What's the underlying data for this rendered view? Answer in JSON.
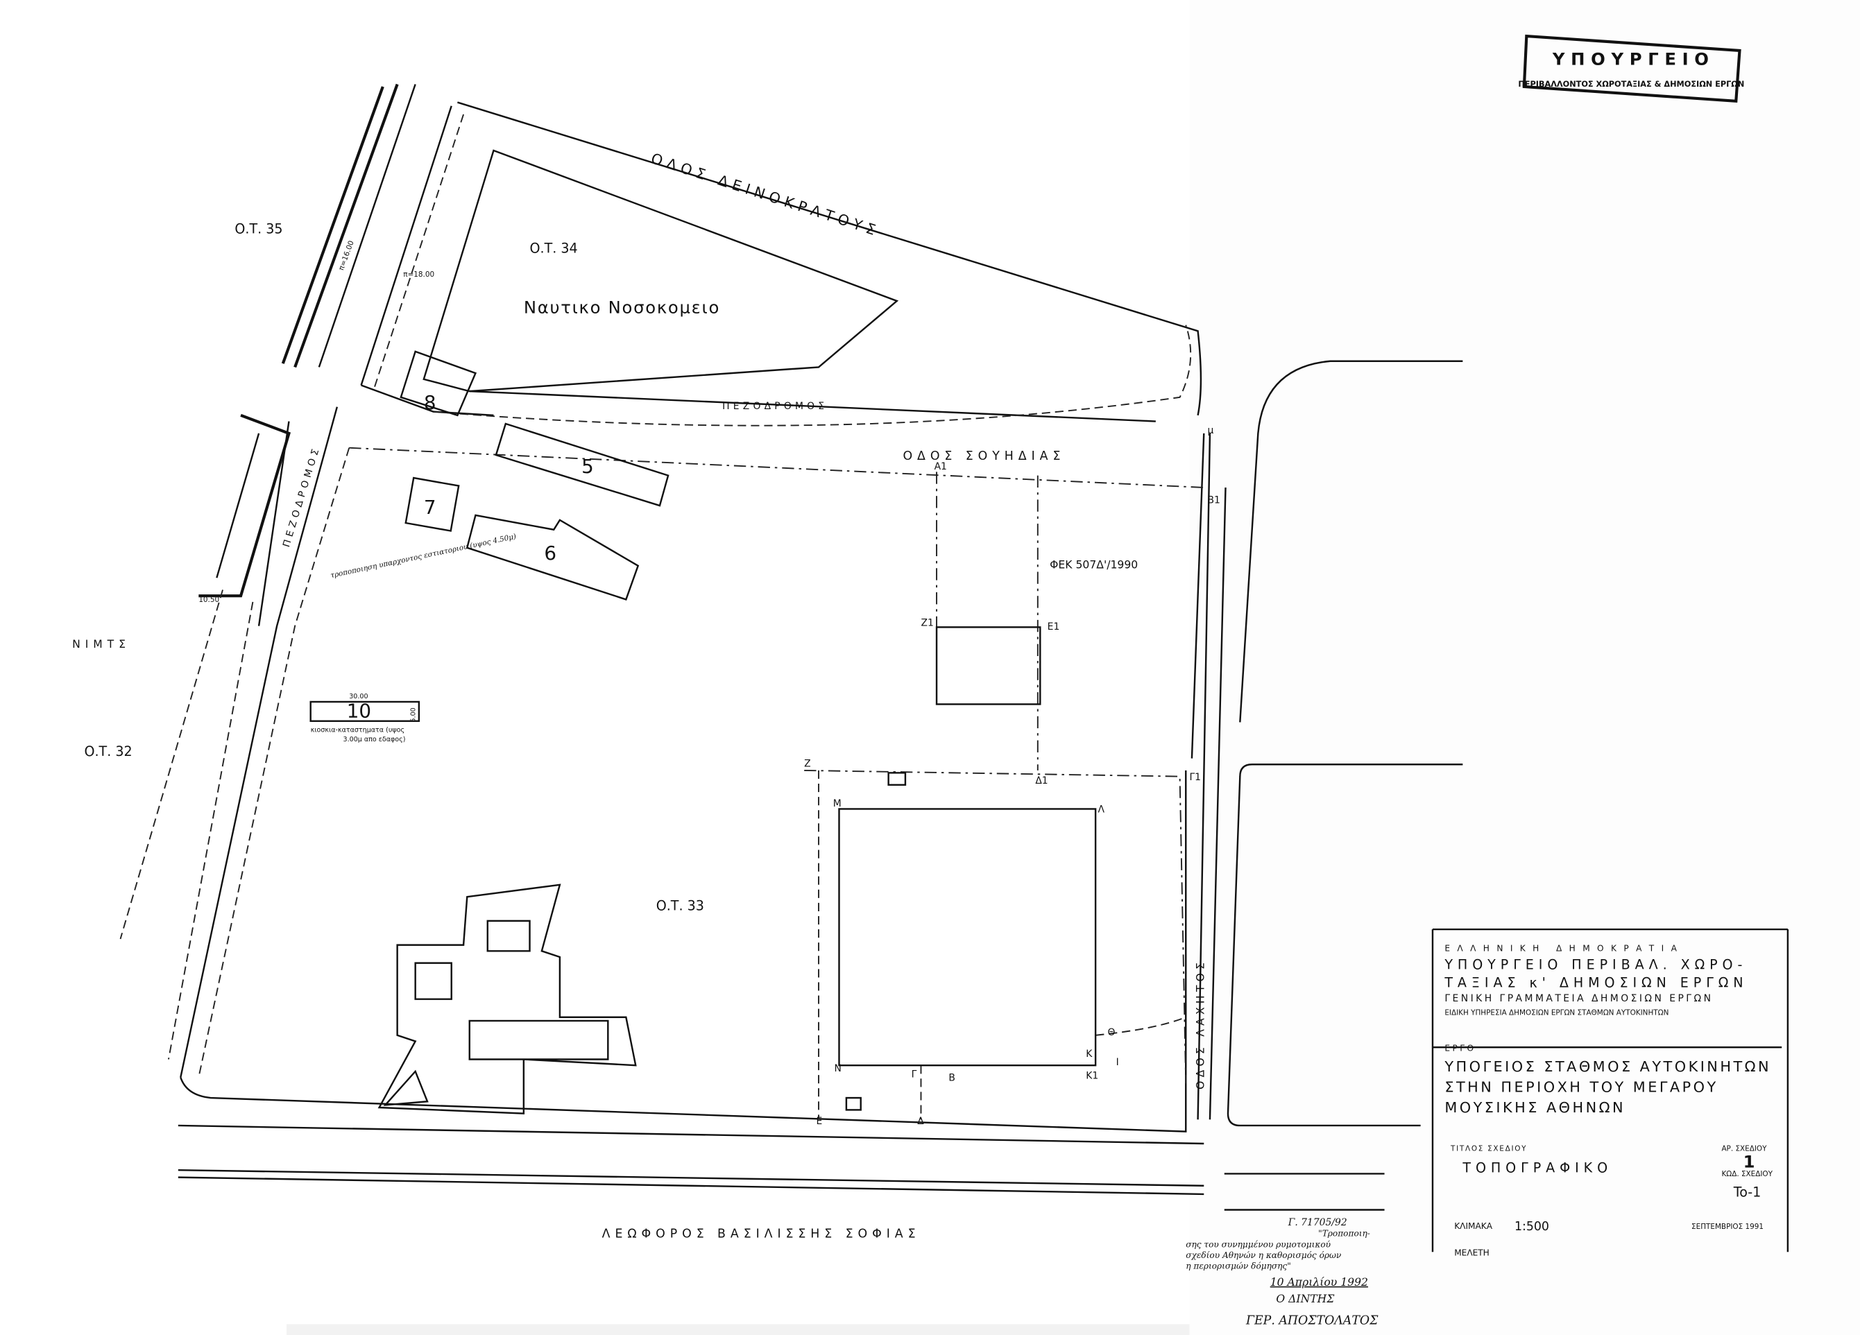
{
  "stamp": {
    "title": "ΥΠΟΥΡΓΕΙΟ",
    "subtitle": "ΠΕΡΙΒΑΛΛΟΝΤΟΣ ΧΩΡΟΤΑΞΙΑΣ & ΔΗΜΟΣΙΩΝ ΕΡΓΩΝ"
  },
  "map_labels": {
    "ot35": "Ο.Τ. 35",
    "ot34": "Ο.Τ. 34",
    "ot33": "Ο.Τ. 33",
    "ot32": "Ο.Τ. 32",
    "hospital": "Ναυτικο Νοσοκομειο",
    "street_deinokratous": "ΟΔΟΣ ΔΕΙΝΟΚΡΑΤΟΥΣ",
    "street_souidias": "ΟΔΟΣ ΣΟΥΗΔΙΑΣ",
    "street_lachitos": "ΟΔΟΣ ΛΑΧΗΤΟΣ",
    "avenue": "ΛΕΩΦΟΡΟΣ ΒΑΣΙΛΙΣΣΗΣ ΣΟΦΙΑΣ",
    "pedestrian_top": "ΠΕΖΟΔΡΟΜΟΣ",
    "pedestrian_left": "ΠΕΖΟΔΡΟΜΟΣ",
    "nimts": "ΝΙΜΤΣ",
    "fek": "ΦΕΚ 507Δ'/1990",
    "width_18": "π=18.00",
    "width_16": "π=16.00",
    "width_1050": "10.50",
    "note_restaurant": "τροποποιηση υπαρχοντος εστιατοριου (υψος 4.50μ)",
    "dim_30": "30.00",
    "dim_5": "5.00",
    "note_kiosks": "κιοσκια-καταστηματα (υψος",
    "note_kiosks2": "3.00μ απο εδαφος)"
  },
  "building_numbers": [
    "5",
    "6",
    "7",
    "8",
    "10"
  ],
  "points": {
    "a1": "Α1",
    "b1": "Β1",
    "z1": "Ζ1",
    "e1": "Ε1",
    "d1": "Δ1",
    "g1": "Γ1",
    "k": "Κ",
    "k1": "Κ1",
    "n": "Ν",
    "m": "Μ",
    "l": "Λ",
    "z": "Ζ",
    "e": "Ε",
    "d": "Δ",
    "b": "Β",
    "g": "Γ",
    "i": "Ι",
    "th": "Θ",
    "mu": "μ"
  },
  "title_block": {
    "line1": "ΕΛΛΗΝΙΚΗ ΔΗΜΟΚΡΑΤΙΑ",
    "line2": "ΥΠΟΥΡΓΕΙΟ ΠΕΡΙΒΑΛ. ΧΩΡΟ-",
    "line3": "ΤΑΞΙΑΣ κ' ΔΗΜΟΣΙΩΝ ΕΡΓΩΝ",
    "line4": "ΓΕΝΙΚΗ ΓΡΑΜΜΑΤΕΙΑ ΔΗΜΟΣΙΩΝ ΕΡΓΩΝ",
    "line5": "ΕΙΔΙΚΗ ΥΠΗΡΕΣΙΑ ΔΗΜΟΣΙΩΝ ΕΡΓΩΝ ΣΤΑΘΜΩΝ ΑΥΤΟΚΙΝΗΤΩΝ",
    "project_label": "ΕΡΓΟ",
    "project1": "ΥΠΟΓΕΙΟΣ ΣΤΑΘΜΟΣ ΑΥΤΟΚΙΝΗΤΩΝ",
    "project2": "ΣΤΗΝ ΠΕΡΙΟΧΗ ΤΟΥ ΜΕΓΑΡΟΥ",
    "project3": "ΜΟΥΣΙΚΗΣ ΑΘΗΝΩΝ",
    "drawing_title_label": "ΤΙΤΛΟΣ ΣΧΕΔΙΟΥ",
    "drawing_title": "ΤΟΠΟΓΡΑΦΙΚΟ",
    "drawing_no_label": "ΑΡ. ΣΧΕΔΙΟΥ",
    "drawing_no": "1",
    "drawing_code_label": "ΚΩΔ. ΣΧΕΔΙΟΥ",
    "drawing_code": "To-1",
    "scale_label": "ΚΛΙΜΑΚΑ",
    "scale": "1:500",
    "date": "ΣΕΠΤΕΜΒΡΙΟΣ 1991",
    "study_label": "ΜΕΛΕΤΗ"
  },
  "handwritten_note": {
    "ref": "Γ. 71705/92",
    "l1": "\"Τροποποιη-",
    "l2": "σης του συνημμένου ρυμοτομικού",
    "l3": "σχεδίου Αθηνών η καθορισμός όρων",
    "l4": "η περιορισμών δόμησης\"",
    "date": "10 Απριλίου 1992",
    "role": "Ο ΔΙΝΤΗΣ",
    "name": "ΓΕΡ. ΑΠΟΣΤΟΛΑΤΟΣ"
  }
}
